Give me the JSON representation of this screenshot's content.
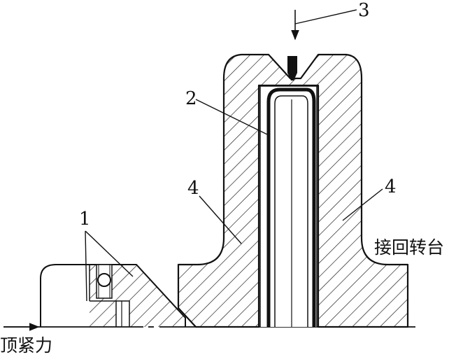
{
  "labels": {
    "part_1": "1",
    "part_2": "2",
    "part_3": "3",
    "part_4_left": "4",
    "part_4_right": "4",
    "turntable": "接回转台",
    "clamp_force": "顶紧力"
  },
  "colors": {
    "line": "#111111",
    "background": "#ffffff"
  }
}
